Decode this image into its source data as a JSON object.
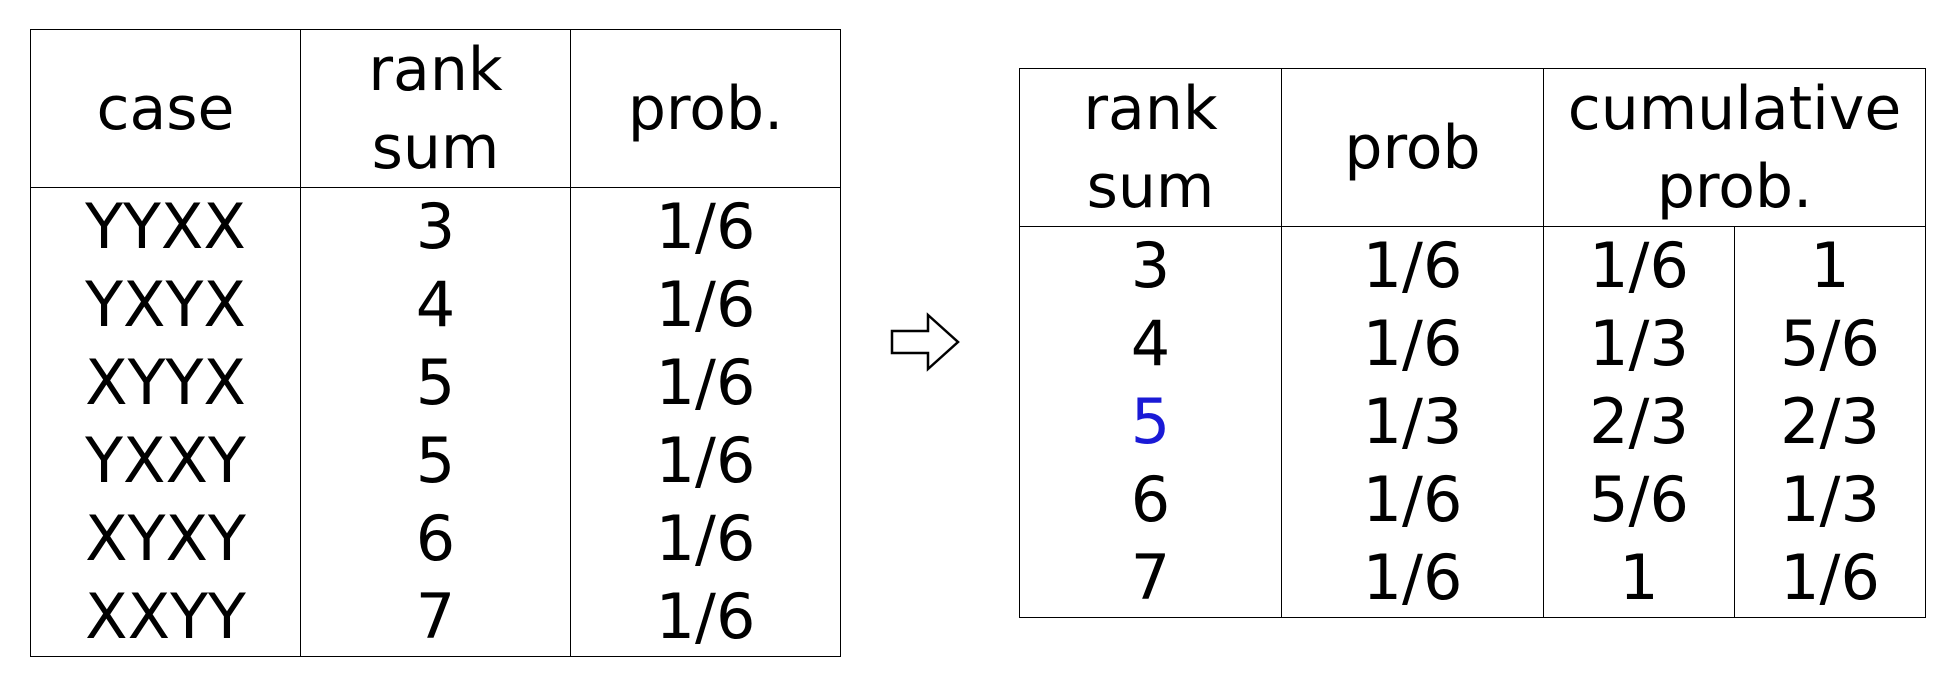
{
  "left_table": {
    "headers": [
      "case",
      "rank sum",
      "prob."
    ],
    "rows": [
      [
        "YYXX",
        "3",
        "1/6"
      ],
      [
        "YXYX",
        "4",
        "1/6"
      ],
      [
        "XYYX",
        "5",
        "1/6"
      ],
      [
        "YXXY",
        "5",
        "1/6"
      ],
      [
        "XYXY",
        "6",
        "1/6"
      ],
      [
        "XXYY",
        "7",
        "1/6"
      ]
    ]
  },
  "right_table": {
    "headers": [
      "rank sum",
      "prob",
      "cumulative prob."
    ],
    "rows": [
      [
        "3",
        "1/6",
        "1/6",
        "1"
      ],
      [
        "4",
        "1/6",
        "1/3",
        "5/6"
      ],
      [
        "5",
        "1/3",
        "2/3",
        "2/3"
      ],
      [
        "6",
        "1/6",
        "5/6",
        "1/3"
      ],
      [
        "7",
        "1/6",
        "1",
        "1/6"
      ]
    ],
    "highlight_color": "#1a1ad6"
  },
  "arrow_icon": "double-right-arrow-icon"
}
